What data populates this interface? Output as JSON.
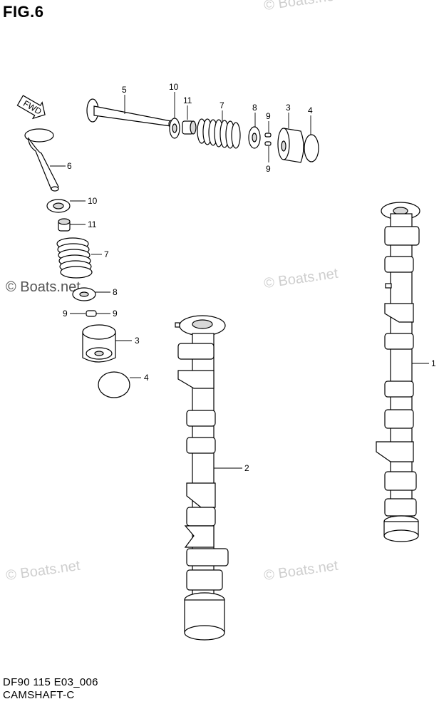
{
  "figure": {
    "title": "FIG.6"
  },
  "footer": {
    "code": "DF90 115 E03_006",
    "name": "CAMSHAFT-C"
  },
  "watermark": {
    "text": "© Boats.net"
  },
  "fwd_arrow": {
    "text": "FWD"
  },
  "callouts": {
    "p1": "1",
    "p2": "2",
    "p3a": "3",
    "p3b": "3",
    "p4a": "4",
    "p4b": "4",
    "p5": "5",
    "p6": "6",
    "p7a": "7",
    "p7b": "7",
    "p8a": "8",
    "p8b": "8",
    "p9a": "9",
    "p9b": "9",
    "p9c": "9",
    "p9d": "9",
    "p10a": "10",
    "p10b": "10",
    "p11a": "11",
    "p11b": "11"
  }
}
